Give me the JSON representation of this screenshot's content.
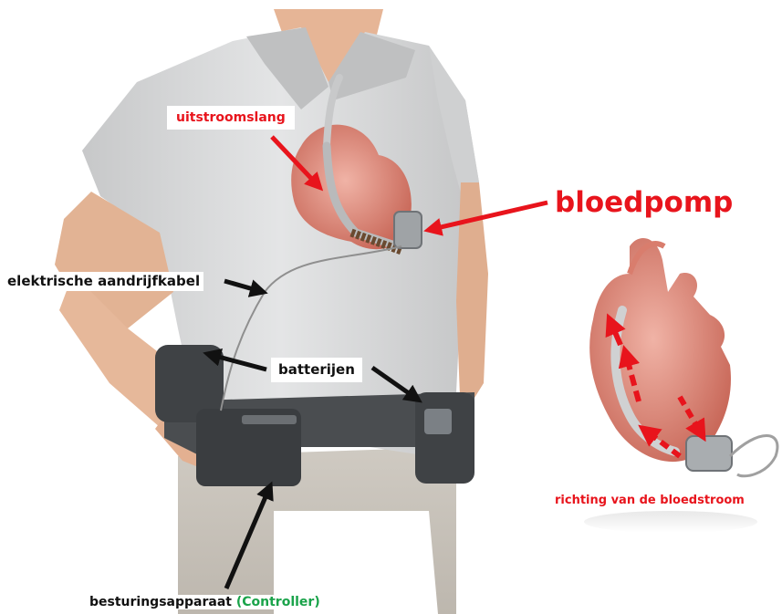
{
  "labels": {
    "outflow": "uitstroomslang",
    "pump": "bloedpomp",
    "driveline": "elektrische aandrijfkabel",
    "batteries": "batterijen",
    "controller_main": "besturingsapparaat",
    "controller_paren": "(Controller)",
    "flow_direction": "richting van de bloedstroom"
  },
  "colors": {
    "label_red": "#e8141c",
    "label_black": "#111111",
    "label_green": "#1aa34a",
    "arrow_red": "#e8141c",
    "arrow_black": "#111111",
    "shirt": "#d9dadb",
    "skin": "#e8b89a",
    "pants": "#c9c4bc",
    "belt": "#4a4d50",
    "heart": "#d98a7a"
  }
}
